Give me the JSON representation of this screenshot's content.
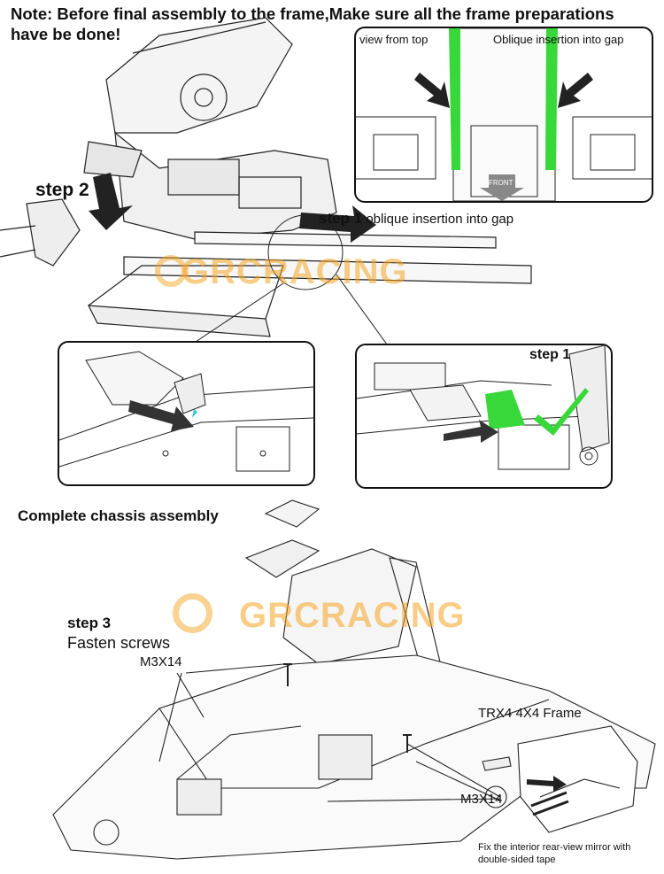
{
  "note": {
    "line1": "Note: Before final assembly to the frame,Make sure all the frame preparations",
    "line2": "have be done!"
  },
  "watermark": "GRCRACING",
  "top_inset": {
    "label_left": "view from top",
    "label_right": "Oblique insertion into gap",
    "arrow_text": "FRONT"
  },
  "steps": {
    "step2": "step 2",
    "step1_title": "step 1",
    "step1_desc": "oblique insertion into gap",
    "step1_detail": "step 1",
    "step3_title": "step 3",
    "step3_desc": "Fasten screws"
  },
  "section_title": "Complete chassis assembly",
  "screws": {
    "upper": "M3X14",
    "lower": "M3X14"
  },
  "frame_label": "TRX4  4X4 Frame",
  "mirror_note": {
    "line1": "Fix the interior rear-view mirror with",
    "line2": "double-sided tape"
  },
  "colors": {
    "accent_green": "#39d83a",
    "watermark_orange": "#f5a623",
    "highlight_cyan": "#33c7e0"
  }
}
